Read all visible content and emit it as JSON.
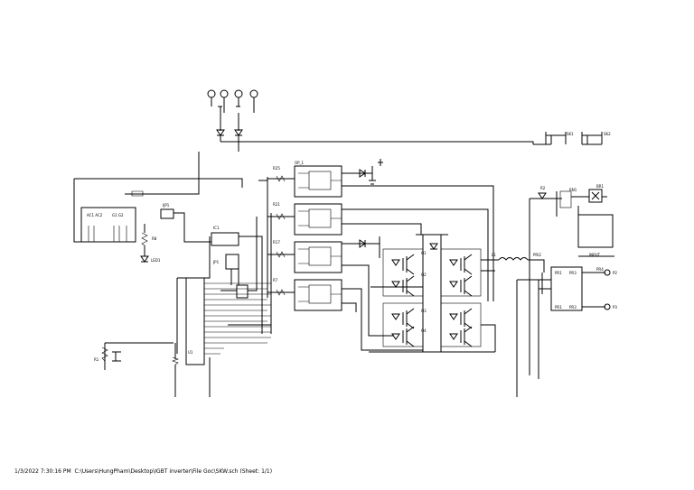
{
  "footer": {
    "timestamp": "1/3/2022 7:30:16 PM",
    "path": "C:\\Users\\HungPham\\Desktop\\IGBT inverter\\File Goc\\SKW.sch",
    "sheet": "(Sheet: 1/1)"
  },
  "labels": {
    "opto_block": "OP_1",
    "sk1": "SK1",
    "sk2": "SK2",
    "rn1": "RN1",
    "igbt_q1": "Q1",
    "igbt_q2": "Q2",
    "igbt_q3": "Q3",
    "igbt_q4": "Q4",
    "input": "INPUT",
    "ic1": "IC1",
    "jp1": "JP1",
    "u1": "U1",
    "l1": "L1",
    "led": "LED1",
    "r_left": "R1",
    "r_top": "R2"
  }
}
